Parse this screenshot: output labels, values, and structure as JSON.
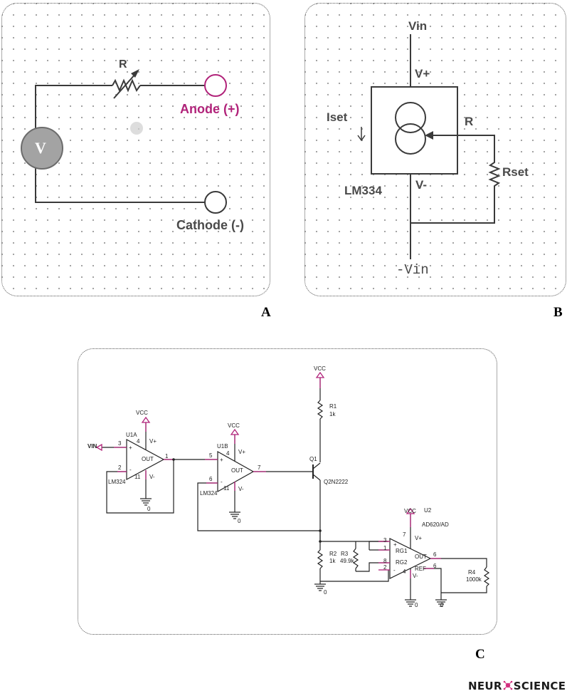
{
  "panels": {
    "a": {
      "label": "A",
      "resistor_label": "R",
      "voltmeter_symbol": "V",
      "anode_label": "Anode (+)",
      "cathode_label": "Cathode (-)"
    },
    "b": {
      "label": "B",
      "vin_label": "Vin",
      "vplus_label": "V+",
      "iset_label": "Iset",
      "r_label": "R",
      "rset_label": "Rset",
      "chip_label": "LM334",
      "vminus_label": "V-",
      "neg_vin_label": "-Vin"
    },
    "c": {
      "label": "C",
      "u1a": {
        "name": "U1A",
        "vcc": "VCC",
        "vin": "VIN",
        "pin3": "3",
        "pin4": "4",
        "pin2": "2",
        "pin1": "1",
        "pin11": "11",
        "vplus": "V+",
        "vminus": "V-",
        "out": "OUT",
        "plus": "+",
        "minus": "-",
        "part": "LM324",
        "gnd": "0"
      },
      "u1b": {
        "name": "U1B",
        "vcc": "VCC",
        "pin5": "5",
        "pin4": "4",
        "pin6": "6",
        "pin7": "7",
        "pin11": "11",
        "vplus": "V+",
        "vminus": "V-",
        "out": "OUT",
        "plus": "+",
        "minus": "-",
        "part": "LM324",
        "gnd": "0"
      },
      "r1": {
        "vcc": "VCC",
        "name": "R1",
        "value": "1k"
      },
      "q1": {
        "name": "Q1",
        "part": "Q2N2222"
      },
      "r2": {
        "name": "R2",
        "value": "1k",
        "gnd": "0"
      },
      "r3": {
        "name": "R3",
        "value": "49.9k"
      },
      "u2": {
        "vcc": "VCC",
        "name": "U2",
        "part": "AD620/AD",
        "pin7": "7",
        "vplus": "V+",
        "pin3": "3",
        "pin1": "1",
        "pin8": "8",
        "pin2": "2",
        "rg1": "RG1",
        "rg2": "RG2",
        "out": "OUT",
        "pin6a": "6",
        "pin6b": "6",
        "ref": "REF",
        "pin4": "4",
        "vminus": "V-",
        "plus": "+",
        "minus": "-",
        "gnd": "0"
      },
      "r4": {
        "name": "R4",
        "value": "1000k",
        "gnd": "0"
      }
    }
  },
  "brand": {
    "left": "NEUR",
    "right": "SCIENCE"
  },
  "colors": {
    "wire": "#3a3a3a",
    "anode": "#b1237a",
    "pin": "#b1237a",
    "dark": "#222222",
    "voltmeter": "#9c9c9c"
  }
}
